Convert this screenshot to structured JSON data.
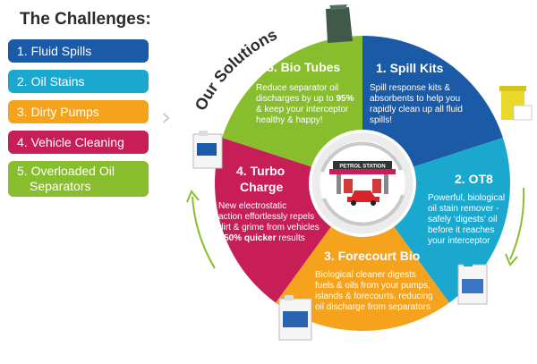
{
  "challenges": {
    "title": "The Challenges:",
    "items": [
      {
        "label": "1. Fluid Spills",
        "color": "#1b5aa6"
      },
      {
        "label": "2. Oil Stains",
        "color": "#1ba8cf"
      },
      {
        "label": "3. Dirty Pumps",
        "color": "#f5a21c"
      },
      {
        "label": "4. Vehicle Cleaning",
        "color": "#c71e57"
      },
      {
        "label": "5. Overloaded Oil",
        "label2": "Separators",
        "color": "#88be2e"
      }
    ]
  },
  "solutions": {
    "heading": "Our Solutions",
    "center_sign": "PETROL STATION",
    "segments": [
      {
        "id": "spill-kits",
        "title": "1. Spill Kits",
        "color": "#1b5aa6",
        "lines": [
          "Spill response kits &",
          "absorbents to help you",
          "rapidly clean up all fluid",
          "spills!"
        ]
      },
      {
        "id": "ot8",
        "title": "2. OT8",
        "color": "#1ba8cf",
        "lines": [
          "Powerful, biological",
          "oil stain remover -",
          "safely ‘digests’ oil",
          "before it reaches",
          "your interceptor"
        ]
      },
      {
        "id": "forecourt-bio",
        "title": "3. Forecourt Bio",
        "color": "#f5a21c",
        "lines": [
          "Biological cleaner digests",
          "fuels & oils from your pumps,",
          "islands & forecourts, reducing",
          "oil discharge from separators"
        ]
      },
      {
        "id": "turbo-charge",
        "title": "4. Turbo",
        "title2": "Charge",
        "color": "#c71e57",
        "lines": [
          "New electrostatic",
          "action effortlessly repels",
          "dirt & grime from vehicles"
        ],
        "highlight": "- 50% quicker",
        "tail": " results"
      },
      {
        "id": "bio-tubes",
        "title": "5. Bio Tubes",
        "color": "#88be2e",
        "lines_pre": "Reduce separator oil",
        "line2_pre": "discharges by up to ",
        "line2_bold": "95%",
        "lines": [
          "& keep your interceptor",
          "healthy & happy!"
        ]
      }
    ]
  }
}
